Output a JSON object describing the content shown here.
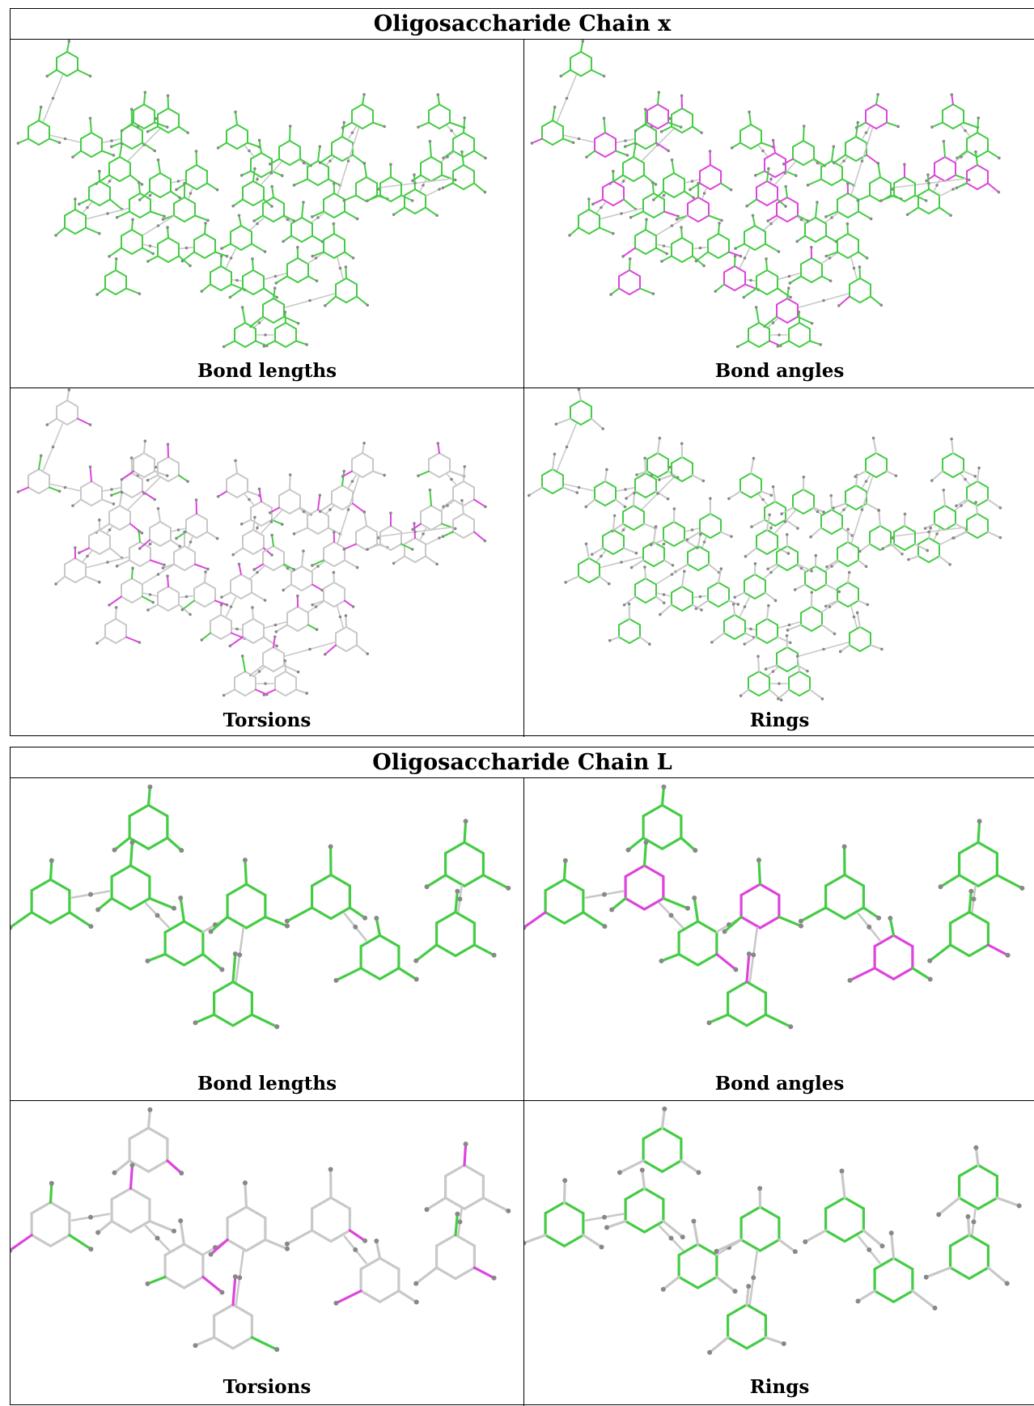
{
  "chain_x": {
    "title": "Oligosaccharide Chain x",
    "captions": {
      "tl": "Bond lengths",
      "tr": "Bond angles",
      "bl": "Torsions",
      "br": "Rings"
    }
  },
  "chain_l": {
    "title": "Oligosaccharide Chain L",
    "captions": {
      "tl": "Bond lengths",
      "tr": "Bond angles",
      "bl": "Torsions",
      "br": "Rings"
    }
  },
  "colors": {
    "green": "#44cc44",
    "magenta": "#dd44dd",
    "grey": "#c8c8c8",
    "atom": "#888888"
  }
}
